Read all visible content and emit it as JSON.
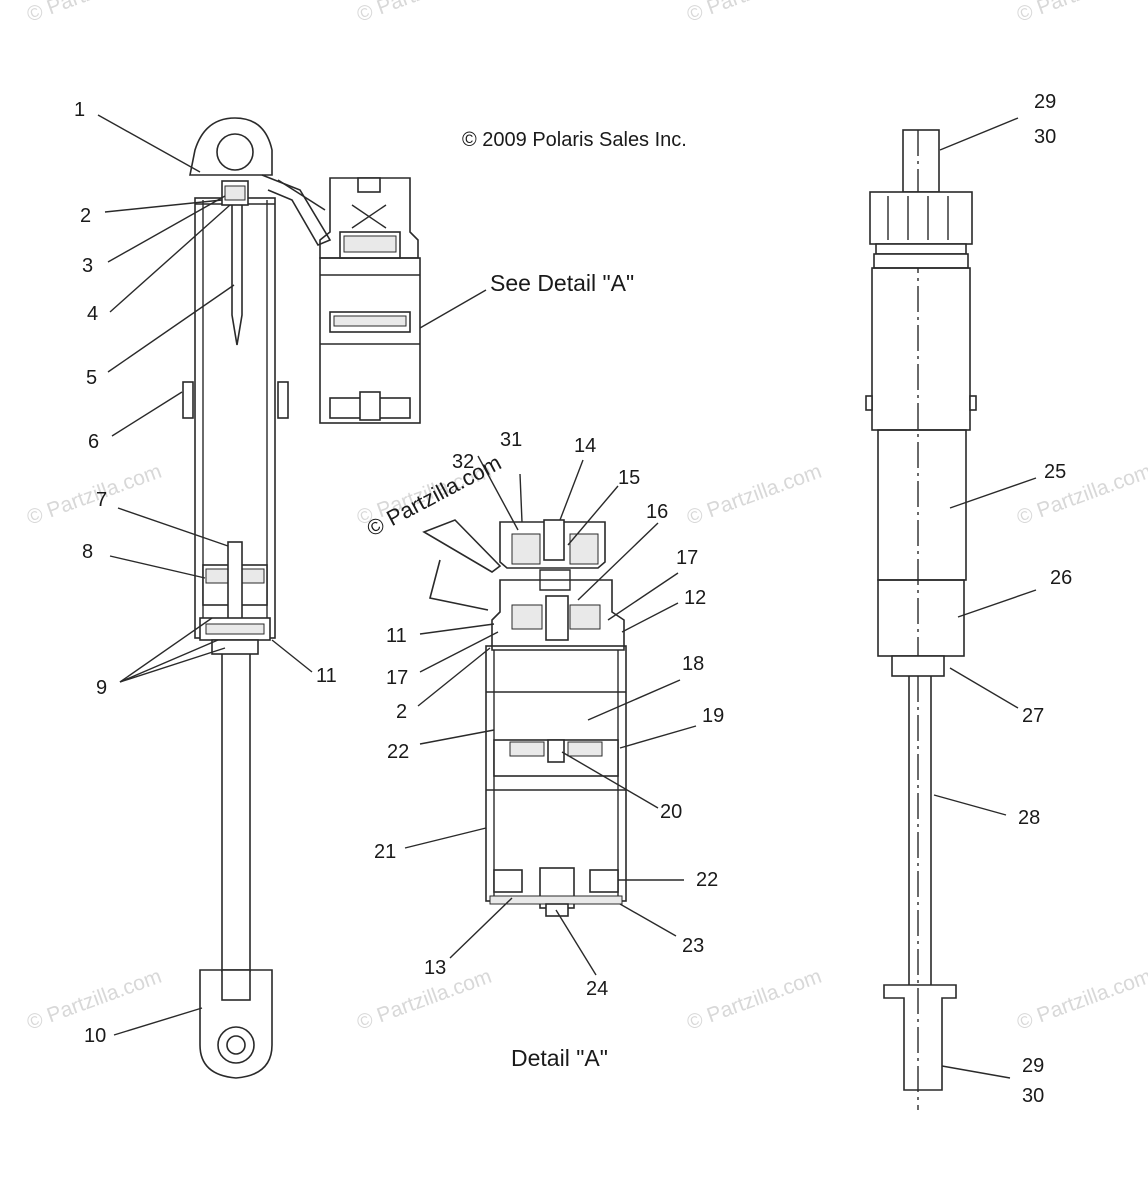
{
  "copyright": "© 2009 Polaris Sales Inc.",
  "see_detail": "See Detail \"A\"",
  "detail_title": "Detail \"A\"",
  "watermark_overlay": "© Partzilla.com",
  "watermarks": [
    "© Partzilla.com",
    "© Partzilla.com",
    "© Partzilla.com",
    "© Partzilla.com",
    "© Partzilla.com",
    "© Partzilla.com",
    "© Partzilla.com",
    "© Partzilla.com",
    "© Partzilla.com",
    "© Partzilla.com",
    "© Partzilla.com",
    "© Partzilla.com"
  ],
  "callouts": {
    "c1": "1",
    "c2": "2",
    "c3": "3",
    "c4": "4",
    "c5": "5",
    "c6": "6",
    "c7": "7",
    "c8": "8",
    "c9": "9",
    "c10": "10",
    "c11": "11",
    "d31": "31",
    "d32": "32",
    "d14": "14",
    "d15": "15",
    "d16": "16",
    "d17a": "17",
    "d12": "12",
    "d11": "11",
    "d17b": "17",
    "d2": "2",
    "d18": "18",
    "d22a": "22",
    "d19": "19",
    "d20": "20",
    "d21": "21",
    "d22b": "22",
    "d13": "13",
    "d23": "23",
    "d24": "24",
    "r29a": "29",
    "r30a": "30",
    "r25": "25",
    "r26": "26",
    "r27": "27",
    "r28": "28",
    "r29b": "29",
    "r30b": "30"
  }
}
